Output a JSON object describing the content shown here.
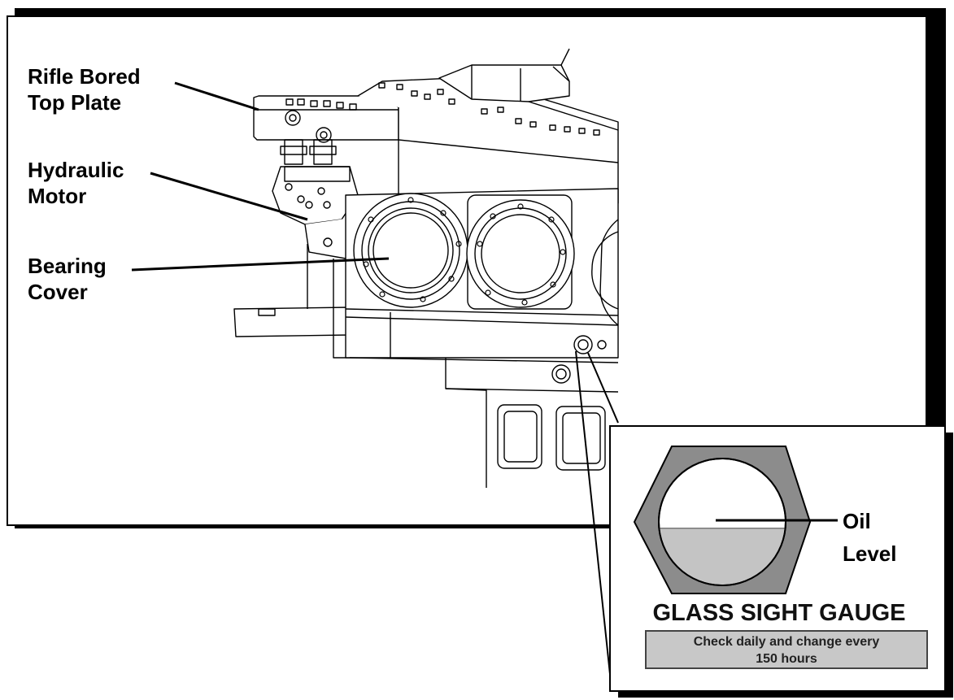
{
  "labels": {
    "top_plate": [
      "Rifle Bored",
      "Top Plate"
    ],
    "hydraulic_motor": [
      "Hydraulic",
      "Motor"
    ],
    "bearing_cover": [
      "Bearing",
      "Cover"
    ],
    "oil_level": [
      "Oil",
      "Level"
    ]
  },
  "gauge": {
    "title": "GLASS SIGHT GAUGE",
    "note_line1": "Check daily and change every",
    "note_line2": "150 hours",
    "fill_fraction": 0.45
  },
  "colors": {
    "ink": "#000000",
    "hex_nut": "#8c8c8c",
    "glass": "#ffffff",
    "oil": "#c4c4c4",
    "note_bg": "#c8c8c8"
  }
}
